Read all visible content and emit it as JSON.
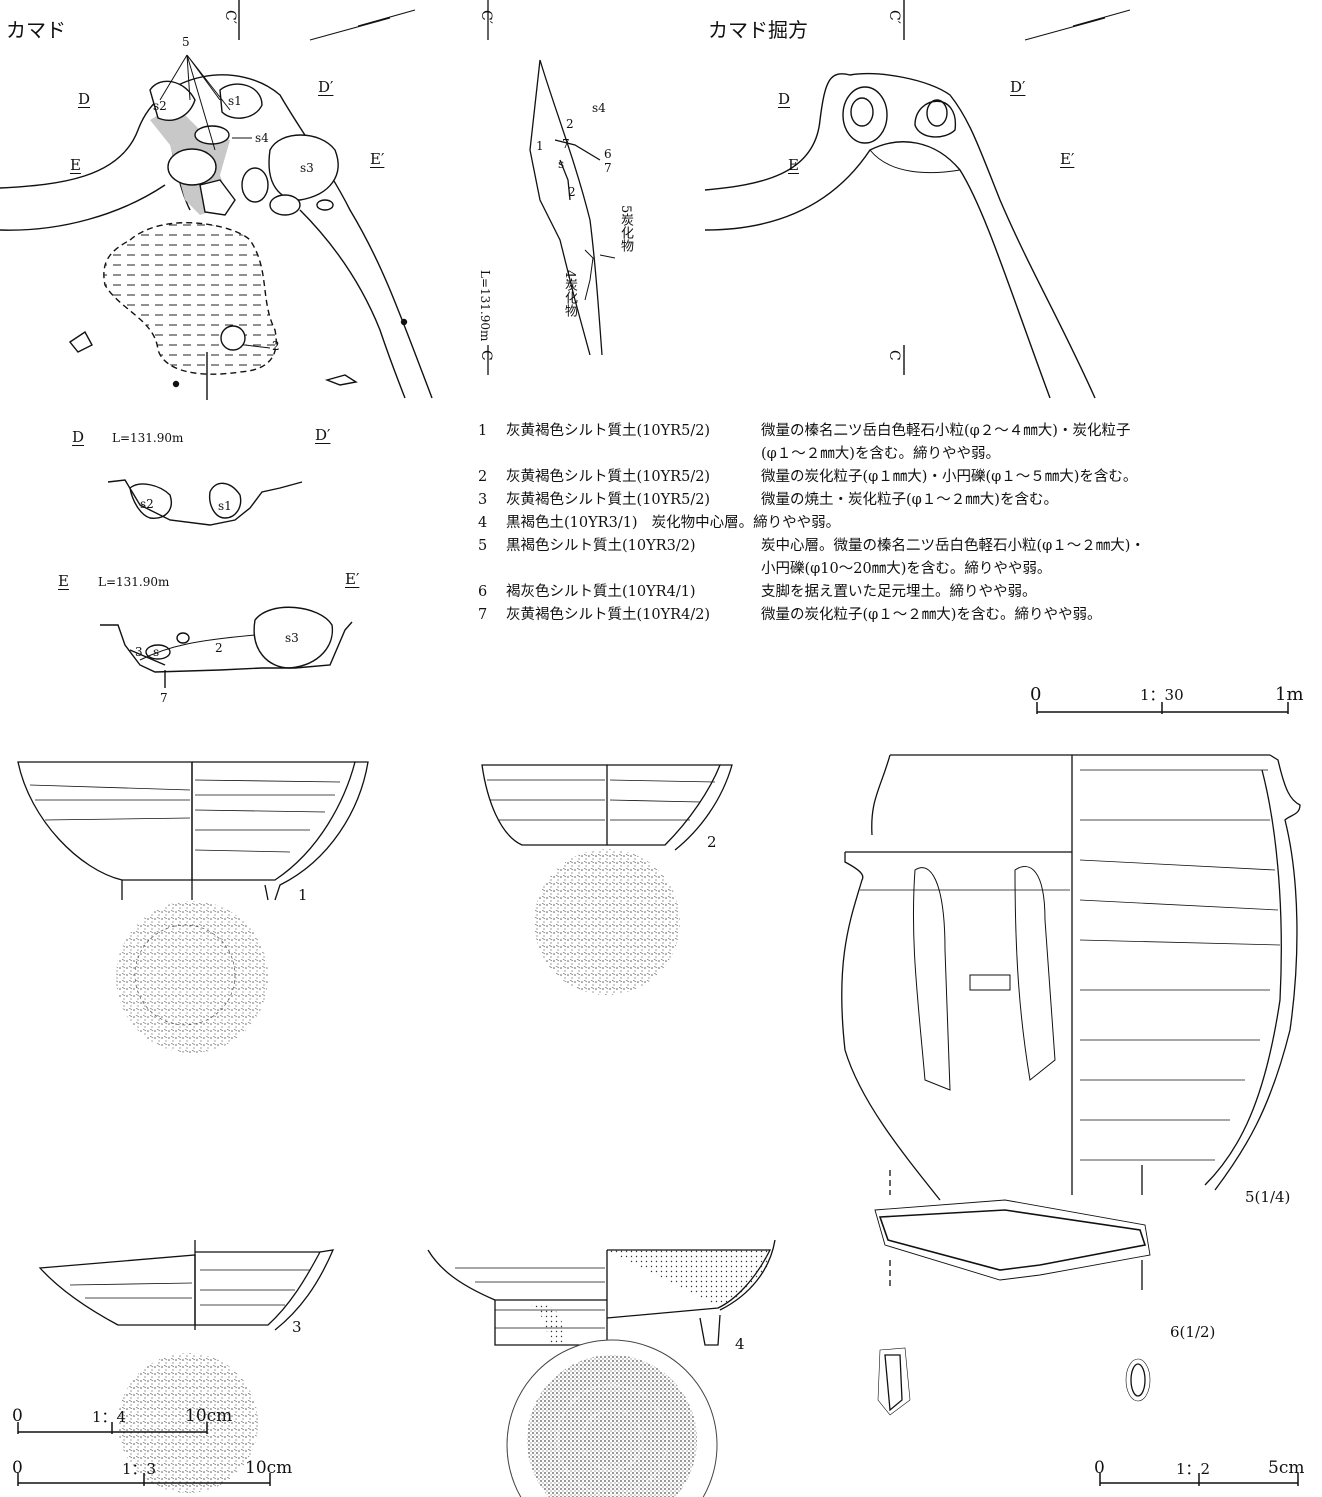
{
  "titles": {
    "kamado": "カマド",
    "kamado_pit": "カマド掘方"
  },
  "section_marks": {
    "C": "C",
    "C_prime": "C′",
    "D": "D",
    "D_prime": "D′",
    "E": "E",
    "E_prime": "E′"
  },
  "elevation_label": "L=131.90m",
  "plan_labels": {
    "stone_group": "5",
    "s1": "s1",
    "s2": "s2",
    "s3": "s3",
    "s4": "s4",
    "layer2": "2"
  },
  "profile_labels": {
    "l1": "1",
    "l2": "2",
    "l7": "7",
    "l6": "6",
    "l7b": "7",
    "s4": "s4",
    "s": "s",
    "l2b": "2",
    "charcoal5": "5炭化物",
    "charcoal4": "4炭化物"
  },
  "section_labels": {
    "d_s1": "s1",
    "d_s2": "s2",
    "e_3": "3",
    "e_s": "s",
    "e_2": "2",
    "e_s3": "s3",
    "e_7": "7"
  },
  "legend": [
    {
      "no": "1",
      "name": "灰黄褐色シルト質土(10YR5/2)",
      "desc": "微量の榛名二ツ岳白色軽石小粒(φ２～４㎜大)・炭化粒子",
      "cont": "(φ１～２㎜大)を含む。締りやや弱。"
    },
    {
      "no": "2",
      "name": "灰黄褐色シルト質土(10YR5/2)",
      "desc": "微量の炭化粒子(φ１㎜大)・小円礫(φ１～５㎜大)を含む。"
    },
    {
      "no": "3",
      "name": "灰黄褐色シルト質土(10YR5/2)",
      "desc": "微量の焼土・炭化粒子(φ１～２㎜大)を含む。"
    },
    {
      "no": "4",
      "name": "黒褐色土(10YR3/1)",
      "desc": "炭化物中心層。締りやや弱。",
      "inline": true
    },
    {
      "no": "5",
      "name": "黒褐色シルト質土(10YR3/2)",
      "desc": "炭中心層。微量の榛名二ツ岳白色軽石小粒(φ１～２㎜大)・",
      "cont": "小円礫(φ10～20㎜大)を含む。締りやや弱。"
    },
    {
      "no": "6",
      "name": "褐灰色シルト質土(10YR4/1)",
      "desc": "支脚を据え置いた足元埋土。締りやや弱。"
    },
    {
      "no": "7",
      "name": "灰黄褐色シルト質土(10YR4/2)",
      "desc": "微量の炭化粒子(φ１～２㎜大)を含む。締りやや弱。"
    }
  ],
  "scales": {
    "s30": {
      "zero": "0",
      "ratio": "1：30",
      "end": "1m"
    },
    "s4": {
      "zero": "0",
      "ratio": "1：4",
      "end": "10cm"
    },
    "s3": {
      "zero": "0",
      "ratio": "1：3",
      "end": "10cm"
    },
    "s2": {
      "zero": "0",
      "ratio": "1：2",
      "end": "5cm"
    }
  },
  "artifacts": {
    "a1": "1",
    "a2": "2",
    "a3": "3",
    "a4": "4",
    "a5": "5(1/4)",
    "a6": "6(1/2)"
  }
}
